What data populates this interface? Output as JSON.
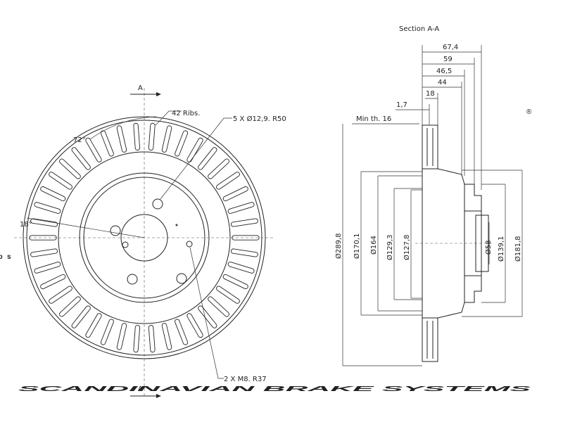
{
  "watermark": {
    "logo": "sbs",
    "registered": "®",
    "tagline": "SCANDINAVIAN BRAKE SYSTEMS",
    "color": "#d9d9d9"
  },
  "section": {
    "title": "Section A-A",
    "marker": "A"
  },
  "front_view": {
    "ribs": "42 Ribs.",
    "holes": "5 X Ø12,9. R50",
    "threads": "2 X M8. R37",
    "angle_major": "72°",
    "angle_minor": "18°"
  },
  "dimensions": {
    "horizontal": [
      "67,4",
      "59",
      "46,5",
      "44",
      "18",
      "1,7"
    ],
    "min_thickness": "Min th. 16",
    "vertical": [
      "Ø289,8",
      "Ø170,1",
      "Ø164",
      "Ø129,3",
      "Ø127,8",
      "Ø58",
      "Ø139,1",
      "Ø181,8"
    ]
  }
}
